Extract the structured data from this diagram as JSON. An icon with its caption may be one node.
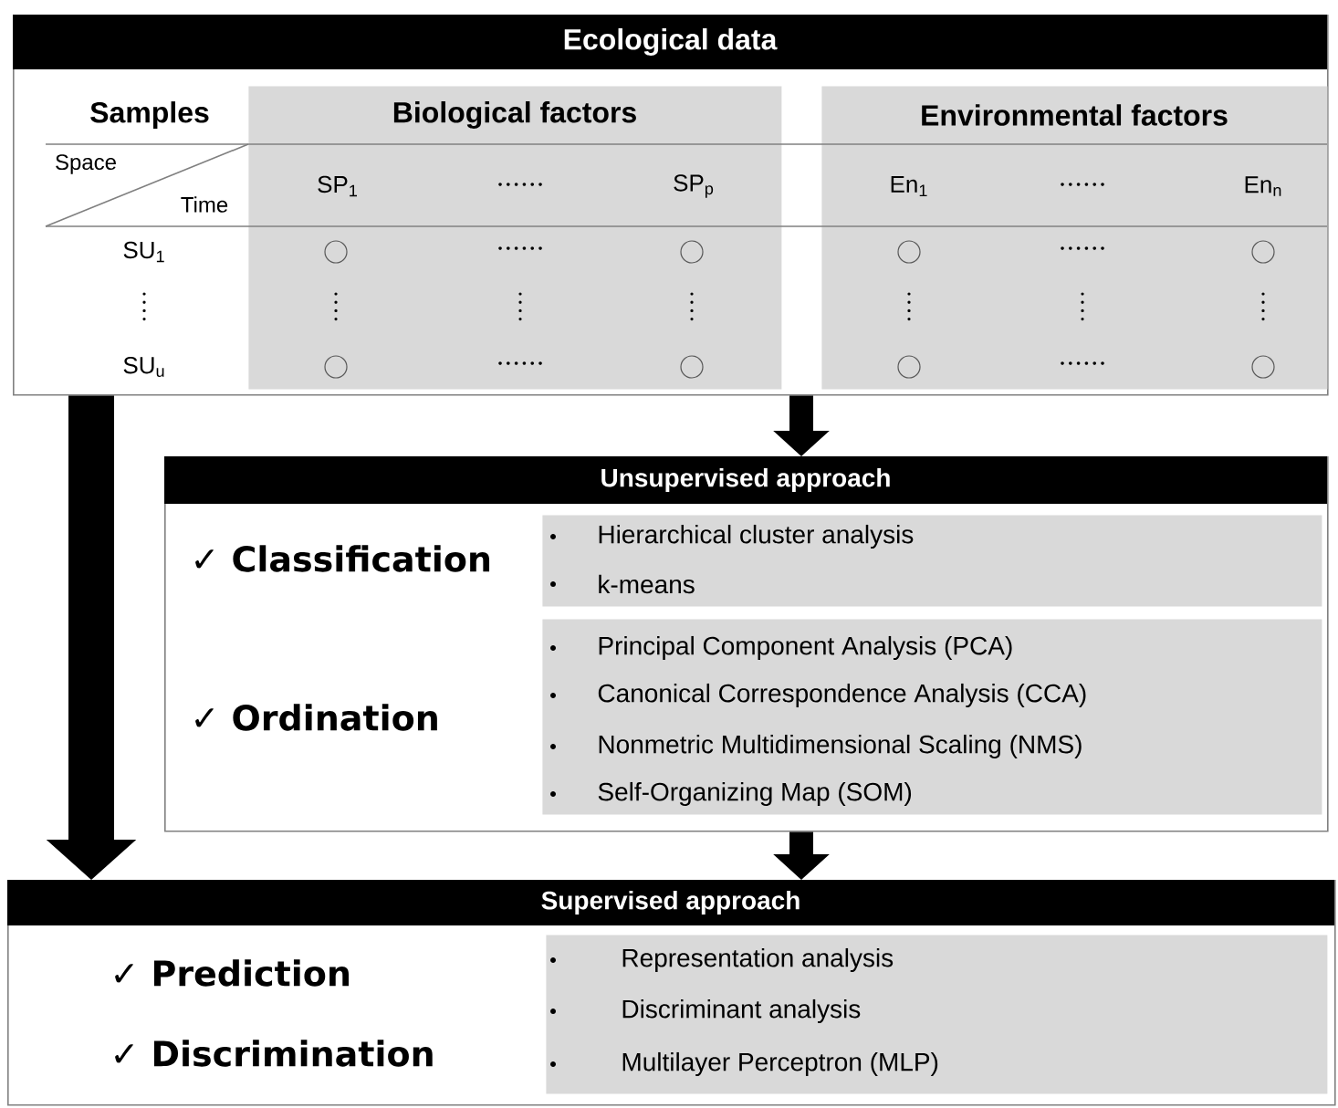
{
  "diagram": {
    "nodes": [
      {
        "text": [
          "Ecological data"
        ]
      },
      {
        "text": [
          "Biological factors"
        ],
        "in": 0
      },
      {
        "text": [
          "Environmental factors"
        ],
        "in": 0
      },
      {
        "text": [
          "Unsupervised approach"
        ]
      },
      {
        "text": [
          "Hierarchical cluster analysis",
          "k-means"
        ],
        "in": 3
      },
      {
        "text": [
          "Principal Component Analysis (PCA)",
          "Canonical Correspondence Analysis (CCA)",
          "Nonmetric Multidimensional Scaling (NMS)",
          "Self-Organizing Map (SOM)"
        ],
        "in": 3
      },
      {
        "text": [
          "Supervised approach"
        ]
      },
      {
        "text": [
          "Representation analysis",
          "Discriminant analysis",
          "Multilayer Perceptron (MLP)"
        ],
        "in": 6
      }
    ],
    "edges": [
      {
        "from": 0,
        "to": 3,
        "arrow": "to"
      },
      {
        "from": 3,
        "to": 6,
        "arrow": "to"
      },
      {
        "from": 0,
        "to": 6,
        "arrow": "to",
        "style": "thick"
      }
    ],
    "labels": [
      "Samples",
      "Space",
      "Time",
      "SP$_{1}$",
      "SP$_{p}$",
      "En$_{1}$",
      "En$_{n}$",
      "SU$_{1}$",
      "SU$_{u}$",
      "✓ Classification",
      "✓ Ordination",
      "✓ Prediction",
      "✓ Discrimination"
    ]
  }
}
